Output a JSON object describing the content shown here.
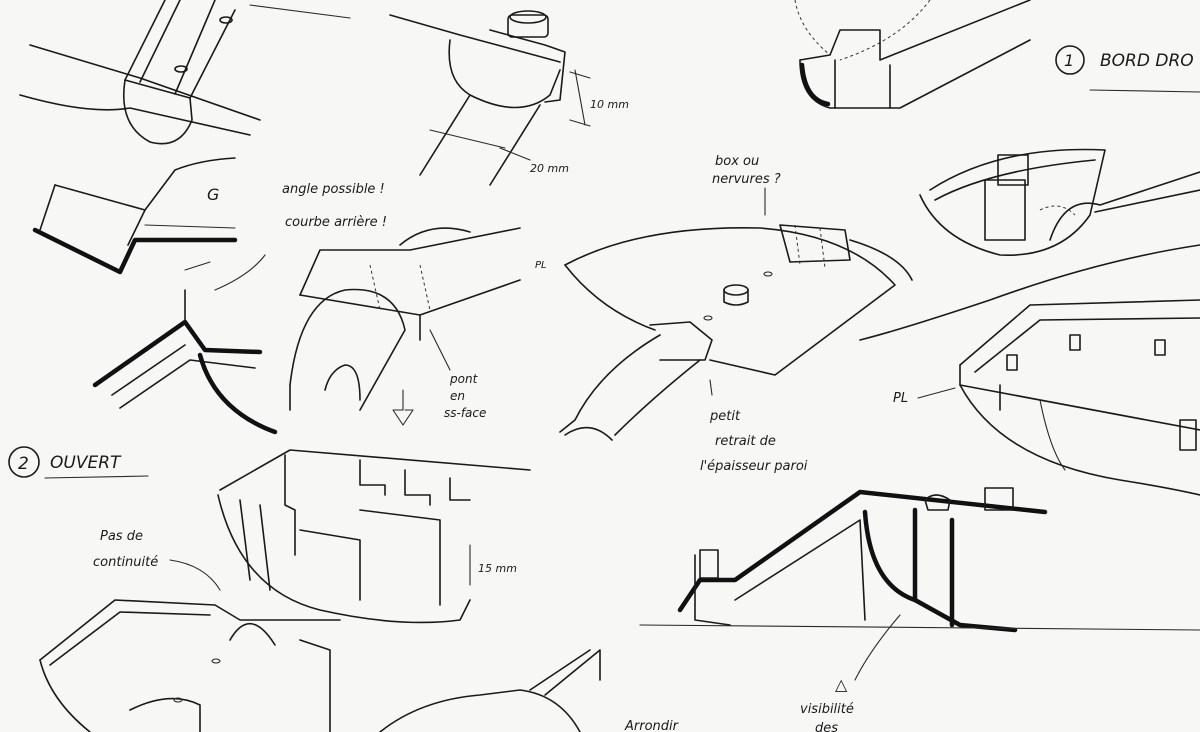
{
  "sections": {
    "bord_droit": {
      "number": "1",
      "title": "BORD DRO"
    },
    "ouvert": {
      "number": "2",
      "title": "OUVERT"
    }
  },
  "annotations": {
    "dim_10mm": "10 mm",
    "dim_20mm": "20 mm",
    "note_angle_line1": "angle possible !",
    "note_angle_line2": "courbe arrière !",
    "letter_g": "G",
    "pl_top": "PL",
    "pl_right": "PL",
    "pont_line1": "pont",
    "pont_line2": "en",
    "pont_line3": "ss-face",
    "box_line1": "box ou",
    "box_line2": "nervures ?",
    "petit_line1": "petit",
    "petit_line2": "retrait de",
    "petit_line3": "l'épaisseur paroi",
    "pas_line1": "Pas de",
    "pas_line2": "continuité",
    "dim_15mm": "15 mm",
    "visibilite_line1": "visibilité",
    "visibilite_line2": "des",
    "arrondir": "Arrondir"
  }
}
